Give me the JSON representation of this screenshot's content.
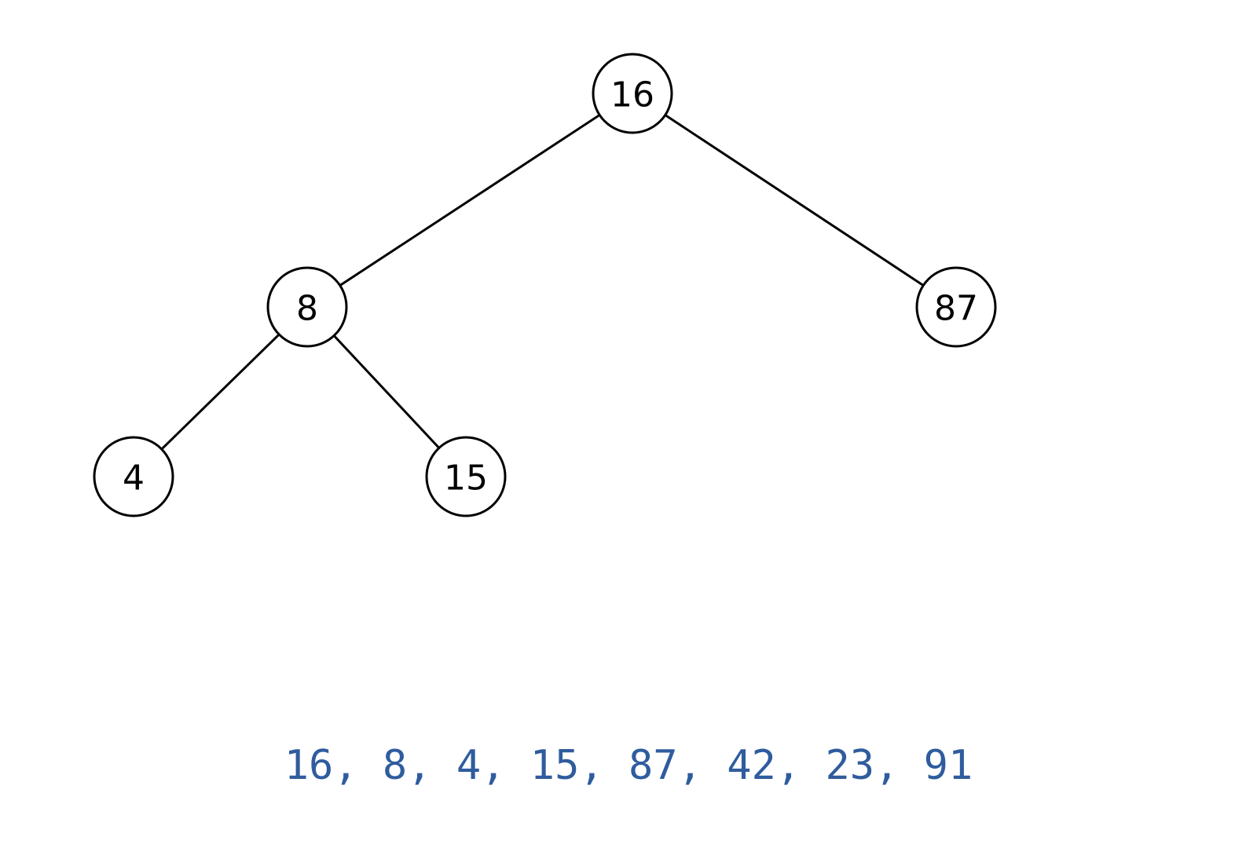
{
  "tree": {
    "nodes": [
      {
        "id": "n16",
        "label": "16"
      },
      {
        "id": "n8",
        "label": "8"
      },
      {
        "id": "n87",
        "label": "87"
      },
      {
        "id": "n4",
        "label": "4"
      },
      {
        "id": "n15",
        "label": "15"
      }
    ],
    "edges": [
      {
        "from": "n16",
        "to": "n8"
      },
      {
        "from": "n16",
        "to": "n87"
      },
      {
        "from": "n8",
        "to": "n4"
      },
      {
        "from": "n8",
        "to": "n15"
      }
    ]
  },
  "sequence": {
    "text": "16, 8, 4, 15, 87, 42, 23, 91",
    "color": "#2f5c9e"
  }
}
